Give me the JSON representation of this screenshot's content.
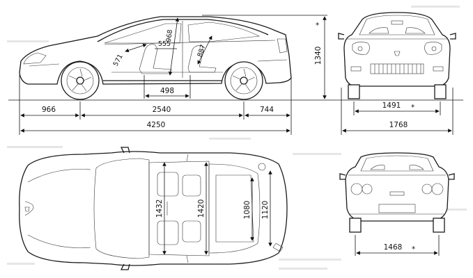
{
  "side_view": {
    "height_inner": "968",
    "seat_depth": "571",
    "seat_gap": "555",
    "rear_height": "887",
    "rear_legroom": "498",
    "front_overhang": "966",
    "wheelbase": "2540",
    "rear_overhang": "744",
    "overall_length": "4250",
    "overall_height": "1340"
  },
  "front_view": {
    "front_track": "1491",
    "overall_width": "1768",
    "track_marker": "*"
  },
  "top_view": {
    "front_cabin_width": "1432",
    "shoulder_width": "1420",
    "trunk_width": "1080",
    "rear_cabin_width": "1120"
  },
  "rear_view": {
    "rear_track": "1468",
    "track_marker": "*"
  }
}
